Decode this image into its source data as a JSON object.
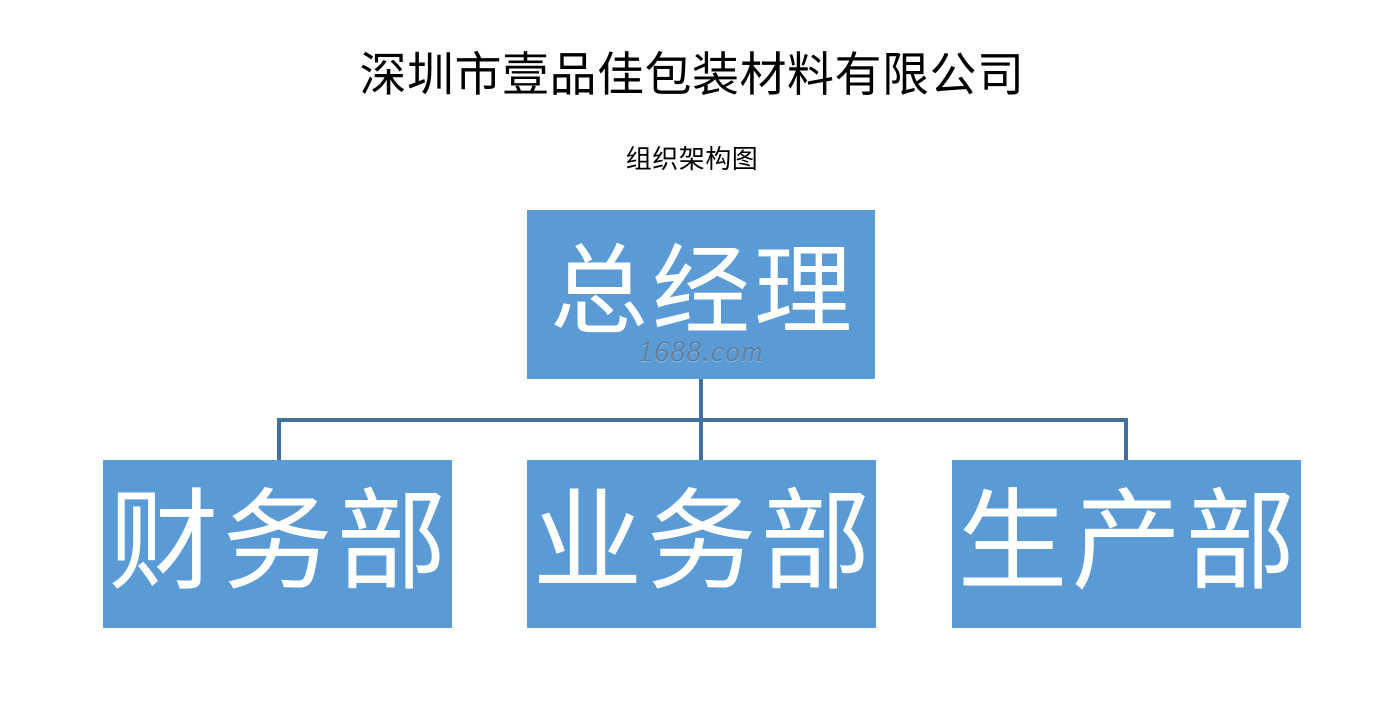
{
  "document": {
    "title": "深圳市壹品佳包装材料有限公司",
    "subtitle": "组织架构图",
    "background_color": "#FFFFFF",
    "title_color": "#000000"
  },
  "theme": {
    "node_fill": "#5B9BD5",
    "node_text_color": "#FFFFFF",
    "connector_color": "#41719C"
  },
  "watermark": {
    "text": "1688.com"
  },
  "org_chart": {
    "root": {
      "label": "总经理",
      "name": "general-manager"
    },
    "children": [
      {
        "label": "财务部",
        "name": "finance-department"
      },
      {
        "label": "业务部",
        "name": "business-department"
      },
      {
        "label": "生产部",
        "name": "production-department"
      }
    ]
  }
}
